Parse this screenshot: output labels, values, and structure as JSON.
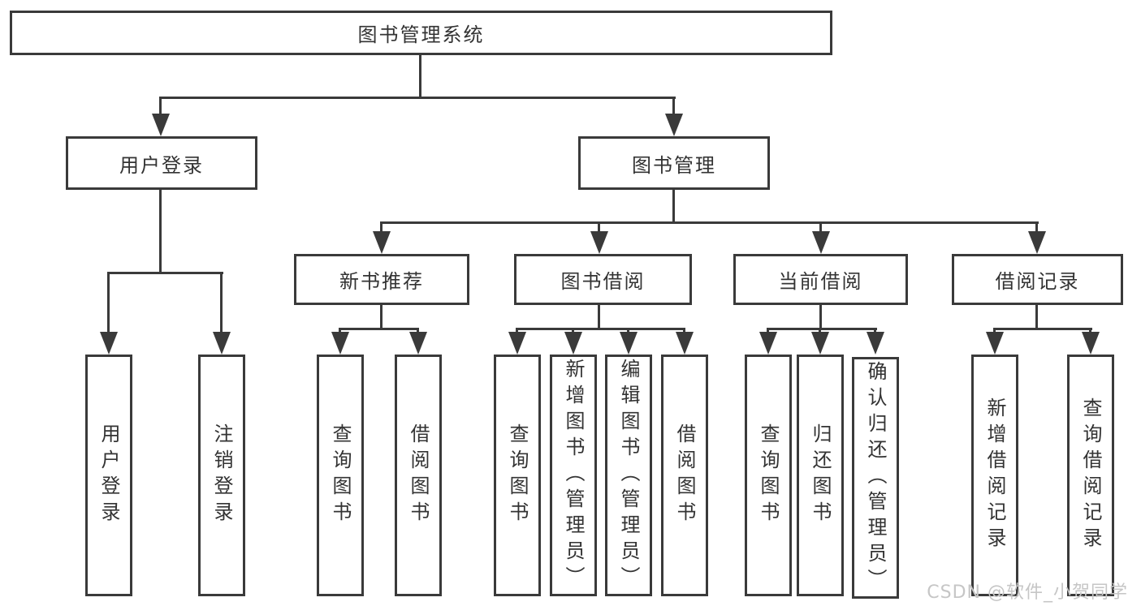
{
  "diagram": {
    "root": "图书管理系统",
    "level2": [
      "用户登录",
      "图书管理"
    ],
    "level3": [
      "新书推荐",
      "图书借阅",
      "当前借阅",
      "借阅记录"
    ],
    "leaves": {
      "login": [
        "用户登录",
        "注销登录"
      ],
      "recommend": [
        "查询图书",
        "借阅图书"
      ],
      "borrow": [
        "查询图书",
        "新增图书（管理员）",
        "编辑图书（管理员）",
        "借阅图书"
      ],
      "current": [
        "查询图书",
        "归还图书",
        "确认归还（管理员）"
      ],
      "records": [
        "新增借阅记录",
        "查询借阅记录"
      ]
    }
  },
  "watermark": "CSDN @软件_小贺同学",
  "colors": {
    "line": "#3a3a3a",
    "text": "#333333",
    "background": "#ffffff",
    "watermark": "#c6c6c6"
  }
}
